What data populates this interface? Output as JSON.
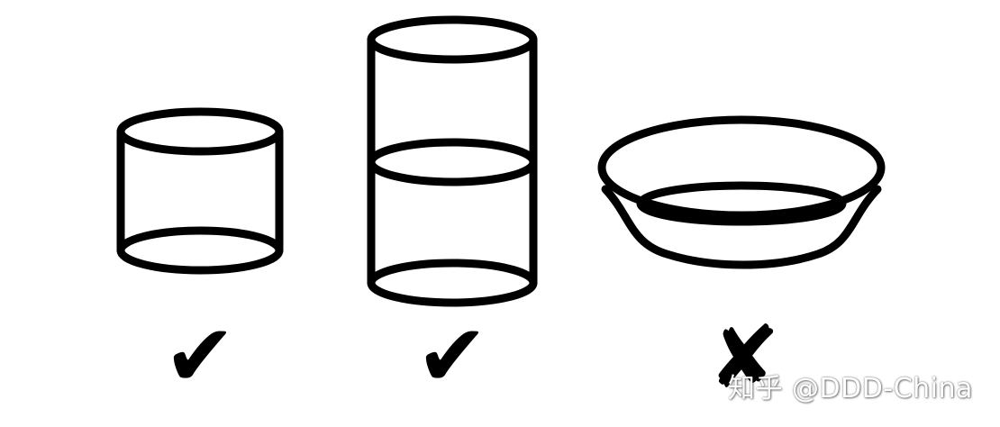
{
  "items": [
    {
      "shape": "short-cylinder",
      "mark": "✔"
    },
    {
      "shape": "stacked-cylinders",
      "mark": "✔"
    },
    {
      "shape": "shallow-dish",
      "mark": "✘"
    }
  ],
  "watermark": "知乎 @DDD-China",
  "colors": {
    "ink": "#000000",
    "background": "#ffffff",
    "watermark": "#ffffff"
  }
}
